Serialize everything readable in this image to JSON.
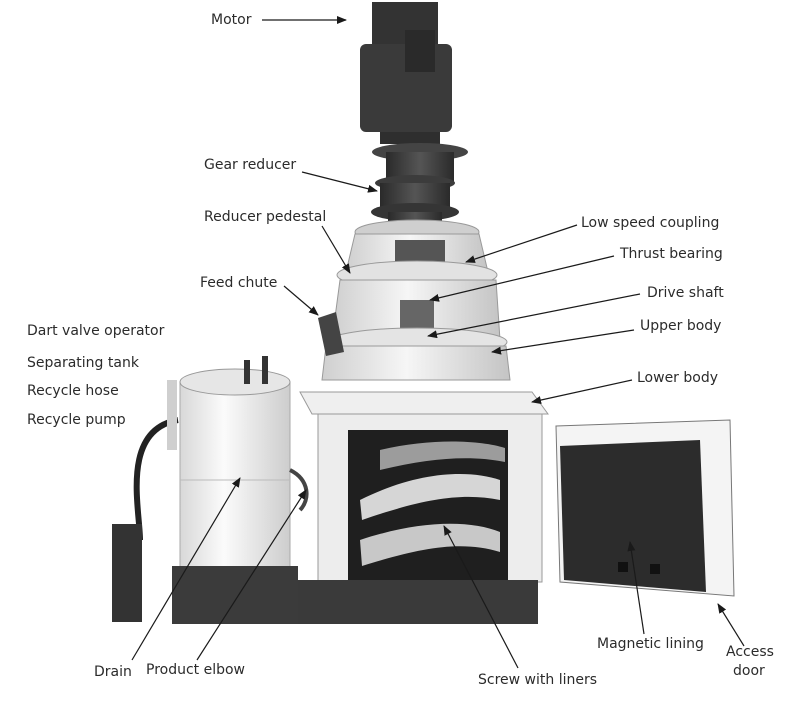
{
  "diagram": {
    "labels": {
      "motor": "Motor",
      "gear_reducer": "Gear reducer",
      "reducer_pedestal": "Reducer pedestal",
      "feed_chute": "Feed chute",
      "dart_valve_operator": "Dart valve operator",
      "separating_tank": "Separating tank",
      "recycle_hose": "Recycle hose",
      "recycle_pump": "Recycle pump",
      "low_speed_coupling": "Low speed coupling",
      "thrust_bearing": "Thrust bearing",
      "drive_shaft": "Drive shaft",
      "upper_body": "Upper body",
      "lower_body": "Lower body",
      "drain": "Drain",
      "product_elbow": "Product elbow",
      "screw_with_liners": "Screw with liners",
      "magnetic_lining": "Magnetic lining",
      "access_door_line1": "Access",
      "access_door_line2": "door"
    },
    "colors": {
      "machine_dark": "#3a3a3a",
      "machine_light": "#e9e9e9",
      "leader_line": "#1a1a1a",
      "label_text": "#2b2b2b"
    }
  }
}
